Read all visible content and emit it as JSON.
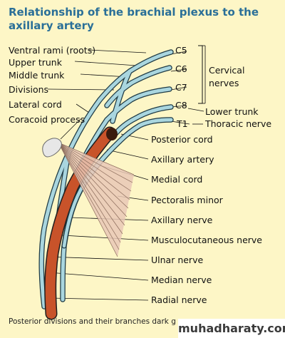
{
  "title": "Relationship of the brachial plexus to the axillary artery",
  "left_labels": {
    "ventral_rami": "Ventral rami (roots)",
    "upper_trunk": "Upper trunk",
    "middle_trunk": "Middle trunk",
    "divisions": "Divisions",
    "lateral_cord": "Lateral cord",
    "coracoid_process": "Coracoid process"
  },
  "root_labels": [
    "C5",
    "C6",
    "C7",
    "C8",
    "T1"
  ],
  "group_labels": {
    "cervical_nerves": "Cervical nerves",
    "lower_trunk": "Lower trunk",
    "thoracic_nerve": "Thoracic nerve"
  },
  "right_labels": {
    "posterior_cord": "Posterior cord",
    "axillary_artery": "Axillary artery",
    "medial_cord": "Medial cord",
    "pectoralis_minor": "Pectoralis minor",
    "axillary_nerve": "Axillary nerve",
    "musculocutaneous_nerve": "Musculocutaneous nerve",
    "ulnar_nerve": "Ulnar nerve",
    "median_nerve": "Median nerve",
    "radial_nerve": "Radial nerve"
  },
  "caption": "Posterior divisions and their branches dark g",
  "watermark": "muhadharaty.com",
  "colors": {
    "background": "#fdf6c6",
    "title": "#2a6f98",
    "nerve_fill": "#a9d6df",
    "nerve_outline": "#1f3b45",
    "artery": "#c8532a",
    "muscle": "#e9c8b6",
    "bone": "#e7e7e7"
  }
}
